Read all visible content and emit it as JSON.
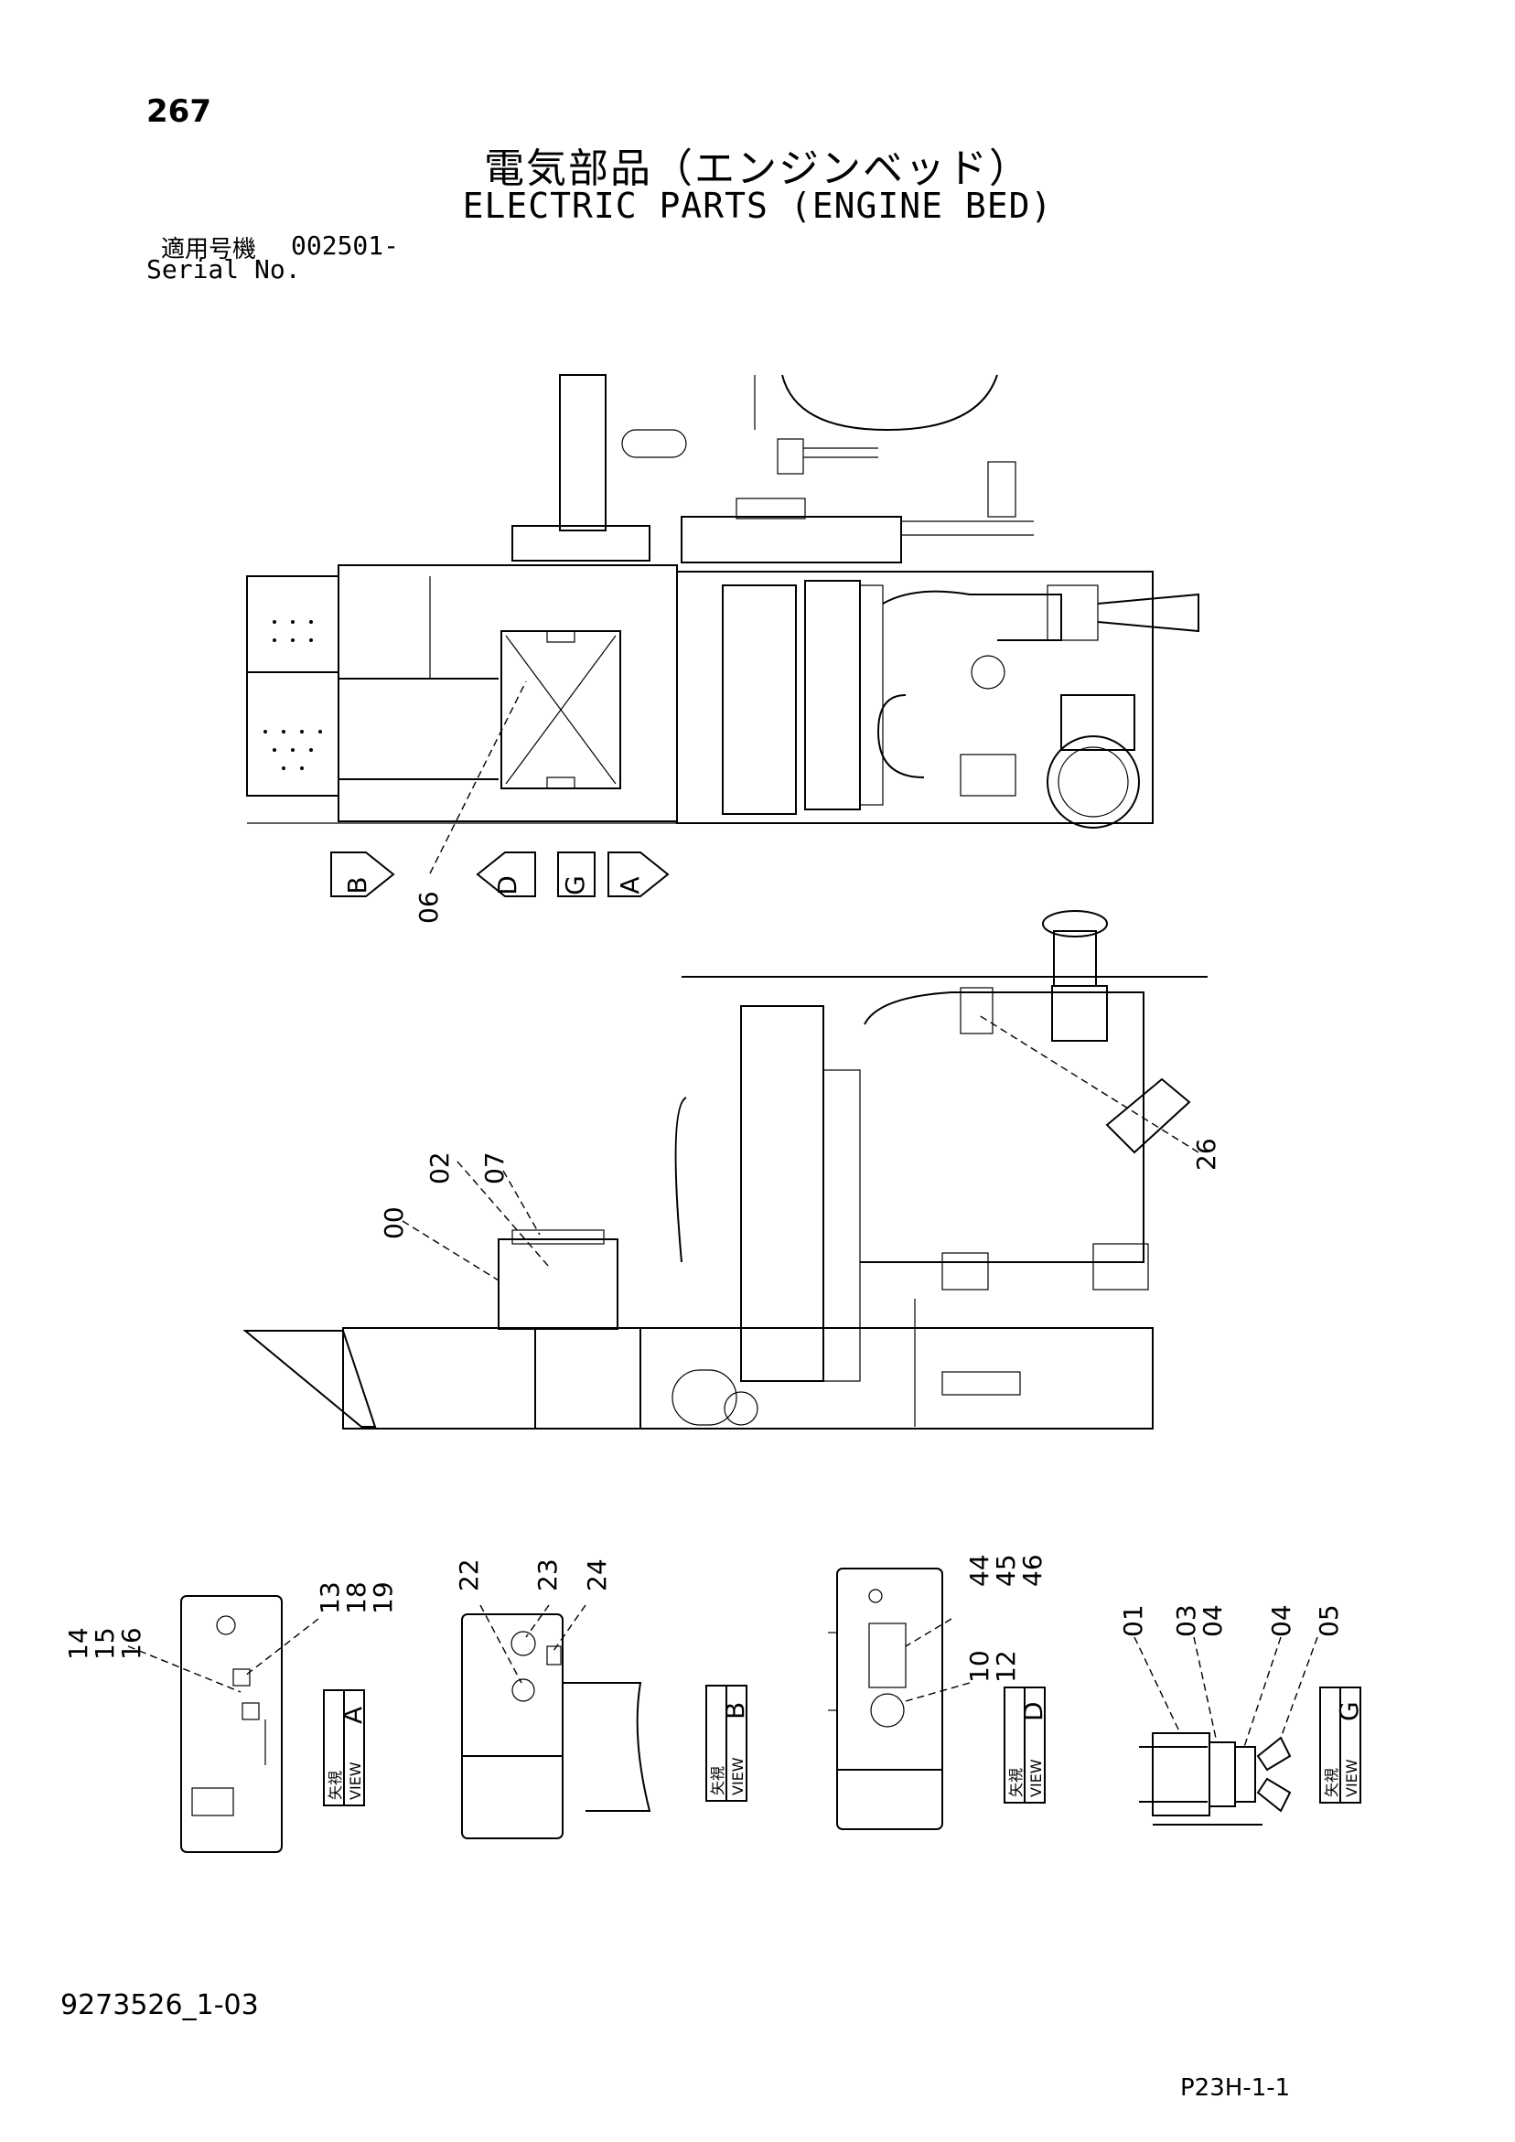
{
  "header": {
    "page_number": "267",
    "title_jp": "電気部品（エンジンベッド）",
    "title_en": "ELECTRIC PARTS (ENGINE BED)",
    "serial_jp": "適用号機",
    "serial_code": "002501-",
    "serial_en": "Serial No."
  },
  "view_markers": {
    "B": "B",
    "D": "D",
    "G": "G",
    "A": "A"
  },
  "callouts": {
    "c06": "06",
    "c00": "00",
    "c02": "02",
    "c07": "07",
    "c26": "26",
    "c14": "14",
    "c15": "15",
    "c16": "16",
    "c13": "13",
    "c18": "18",
    "c19": "19",
    "c22": "22",
    "c23": "23",
    "c24": "24",
    "c44": "44",
    "c45": "45",
    "c46": "46",
    "c10": "10",
    "c12": "12",
    "c01": "01",
    "c03": "03",
    "c04a": "04",
    "c04b": "04",
    "c05": "05"
  },
  "views": {
    "a_jp": "矢視",
    "a_en": "VIEW",
    "a_letter": "A",
    "b_jp": "矢視",
    "b_en": "VIEW",
    "b_letter": "B",
    "d_jp": "矢視",
    "d_en": "VIEW",
    "d_letter": "D",
    "g_jp": "矢視",
    "g_en": "VIEW",
    "g_letter": "G"
  },
  "footer": {
    "doc_code": "9273526_1-03",
    "page_ref": "P23H-1-1"
  }
}
